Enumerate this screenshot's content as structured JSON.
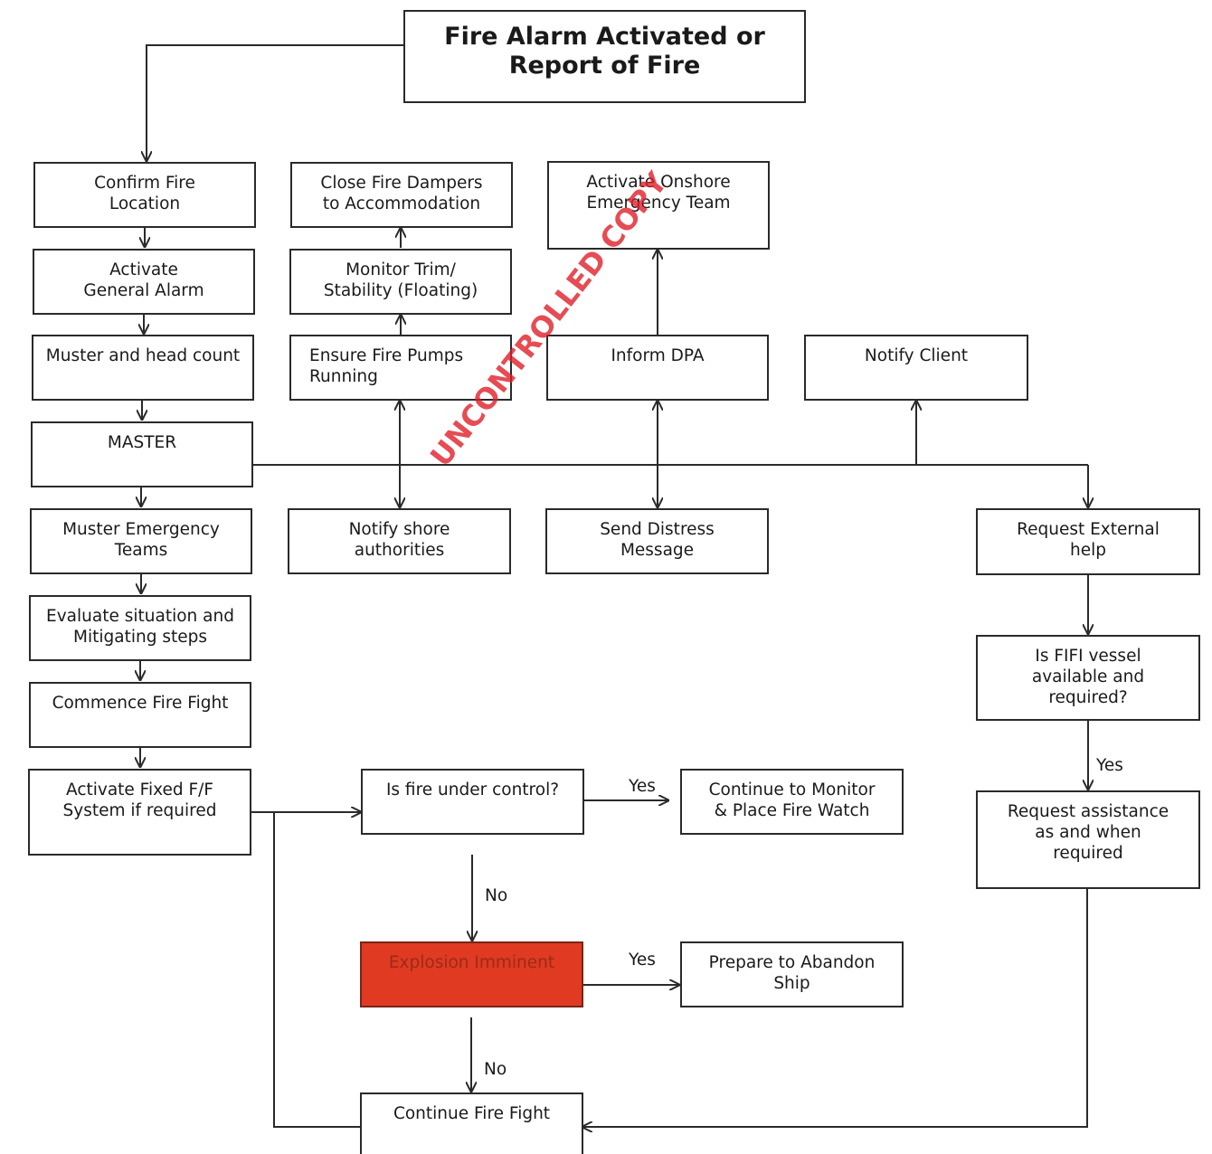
{
  "diagram": {
    "nodes": [
      {
        "id": "start",
        "text": "Fire Alarm Activated or\nReport of Fire"
      },
      {
        "id": "confirm",
        "text": "Confirm Fire\nLocation"
      },
      {
        "id": "general_alarm",
        "text": "Activate\nGeneral Alarm"
      },
      {
        "id": "muster",
        "text": "Muster and head count"
      },
      {
        "id": "master",
        "text": "MASTER"
      },
      {
        "id": "muster_teams",
        "text": "Muster Emergency\nTeams"
      },
      {
        "id": "evaluate",
        "text": "Evaluate situation and\nMitigating steps"
      },
      {
        "id": "commence",
        "text": "Commence Fire Fight"
      },
      {
        "id": "fixed_ff",
        "text": "Activate Fixed F/F\nSystem if required"
      },
      {
        "id": "dampers",
        "text": "Close Fire Dampers\nto Accommodation"
      },
      {
        "id": "trim",
        "text": "Monitor Trim/\nStability (Floating)"
      },
      {
        "id": "pumps",
        "text": "Ensure   Fire   Pumps\nRunning"
      },
      {
        "id": "shore",
        "text": "Notify shore\nauthorities"
      },
      {
        "id": "onshore_team",
        "text": "Activate Onshore\nEmergency Team"
      },
      {
        "id": "dpa",
        "text": "Inform DPA"
      },
      {
        "id": "distress",
        "text": "Send Distress\nMessage"
      },
      {
        "id": "client",
        "text": "Notify Client"
      },
      {
        "id": "external",
        "text": "Request External\nhelp"
      },
      {
        "id": "fifi",
        "text": "Is FIFI vessel\navailable and\nrequired?"
      },
      {
        "id": "assist",
        "text": "Request assistance\nas and when\nrequired"
      },
      {
        "id": "under_control",
        "text": "Is fire under control?"
      },
      {
        "id": "monitor_watch",
        "text": "Continue to Monitor\n& Place Fire Watch"
      },
      {
        "id": "explosion",
        "text": "Explosion Imminent"
      },
      {
        "id": "abandon",
        "text": "Prepare to Abandon\nShip"
      },
      {
        "id": "continue_ff",
        "text": "Continue Fire Fight"
      }
    ],
    "edge_labels": {
      "control_yes": "Yes",
      "control_no": "No",
      "explosion_yes": "Yes",
      "explosion_no": "No",
      "fifi_yes": "Yes"
    },
    "stamp": "UNCONTROLLED COPY",
    "colors": {
      "line": "#2a2a2a",
      "danger_fill": "#e03a22",
      "stamp": "#e0202a"
    }
  }
}
